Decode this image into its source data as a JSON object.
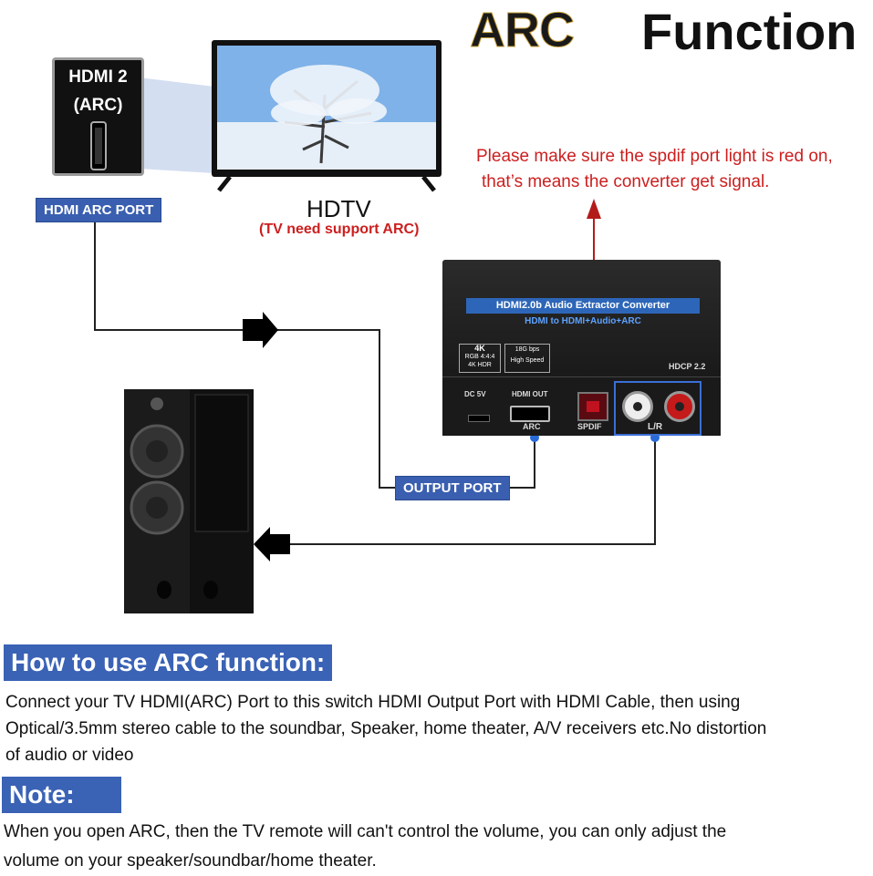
{
  "header": {
    "title_arc": "ARC",
    "title_function": "Function"
  },
  "hdmi_card": {
    "line1": "HDMI 2",
    "line2": "(ARC)"
  },
  "labels": {
    "hdmi_arc_port": "HDMI ARC PORT",
    "output_port": "OUTPUT PORT"
  },
  "tv": {
    "name": "HDTV",
    "note": "(TV need support ARC)"
  },
  "notice": {
    "line1": "Please make sure the spdif port light is red on,",
    "line2": "that’s means the converter get signal."
  },
  "device": {
    "banner": "HDMI2.0b Audio Extractor Converter",
    "subtitle": "HDMI to HDMI+Audio+ARC",
    "badge_4k_top": "4K",
    "badge_4k_mid": "RGB 4:4:4",
    "badge_4k_bottom": "4K HDR",
    "badge_bw_top": "18G bps",
    "badge_bw_bottom": "High Speed",
    "hdcp": "HDCP 2.2",
    "dc": "DC 5V",
    "hdmi_out": "HDMI OUT",
    "arc": "ARC",
    "spdif": "SPDIF",
    "lr": "L/R"
  },
  "how_to": {
    "heading": "How to use ARC function:",
    "line1": "Connect your TV HDMI(ARC) Port to this switch HDMI Output Port with HDMI Cable, then using",
    "line2": "Optical/3.5mm stereo cable to the soundbar, Speaker, home theater, A/V receivers etc.No distortion",
    "line3": "of audio or video"
  },
  "note": {
    "heading": "Note:",
    "line1": "When you open ARC, then the TV remote will can't control the volume, you can only adjust the",
    "line2": "volume on your speaker/soundbar/home theater."
  },
  "colors": {
    "accent_blue": "#3a62b5",
    "red": "#cc1f1f"
  }
}
